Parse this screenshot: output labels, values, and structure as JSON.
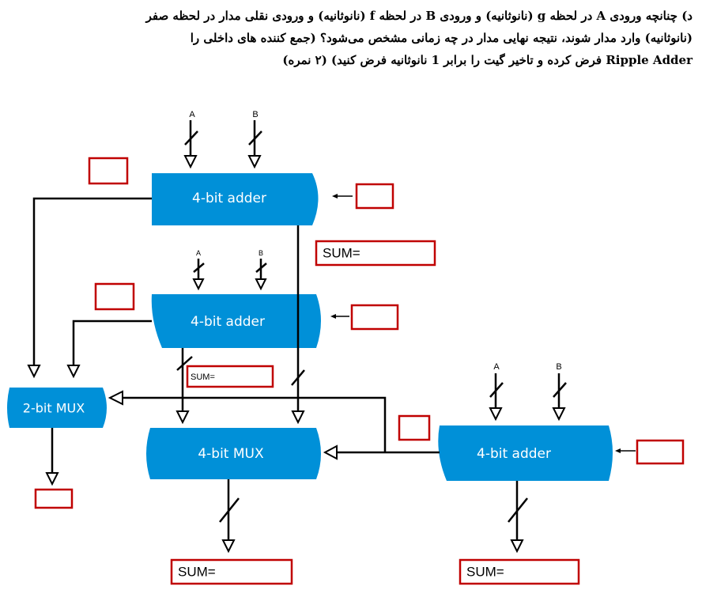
{
  "question": {
    "line1": "د) چنانچه ورودی A در لحظه g (نانوثانیه) و ورودی B در لحظه f (نانوثانیه) و ورودی نقلی مدار در لحظه صفر",
    "line2": "(نانوثانیه) وارد مدار شوند، نتیجه نهایی مدار در چه زمانی مشخص می‌شود؟ (جمع کننده های داخلی را",
    "line3": "Ripple Adder فرض کرده و تاخیر گیت را برابر 1 نانوثانیه فرض کنید)  (۲ نمره)"
  },
  "diagram": {
    "adder_top": {
      "label": "4-bit adder",
      "input_a": "A",
      "input_b": "B"
    },
    "adder_mid": {
      "label": "4-bit adder",
      "input_a": "A",
      "input_b": "B"
    },
    "adder_right": {
      "label": "4-bit adder",
      "input_a": "A",
      "input_b": "B"
    },
    "mux_2bit": {
      "label": "2-bit MUX"
    },
    "mux_4bit": {
      "label": "4-bit MUX"
    },
    "sum_top": "SUM=",
    "sum_mid": "SUM=",
    "sum_mux": "SUM=",
    "sum_right": "SUM="
  },
  "colors": {
    "block": "#0090d8",
    "answer_box": "#c00000"
  }
}
